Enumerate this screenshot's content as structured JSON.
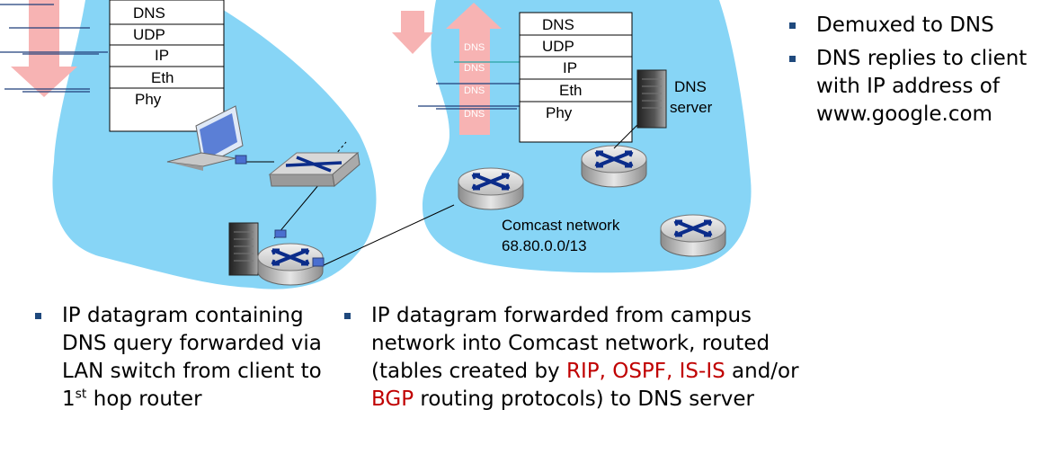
{
  "left_stack": [
    "DNS",
    "UDP",
    "IP",
    "Eth",
    "Phy"
  ],
  "right_stack": [
    "DNS",
    "UDP",
    "IP",
    "Eth",
    "Phy"
  ],
  "ghost_dns": "DNS",
  "server_label": {
    "line1": "DNS",
    "line2": "server"
  },
  "comcast_label": {
    "line1": "Comcast network",
    "line2": "68.80.0.0/13"
  },
  "right_bullets": [
    "Demuxed to DNS",
    "DNS replies to client with IP address of www.google.com"
  ],
  "bottom_left": {
    "text": "IP datagram containing DNS query forwarded via LAN switch from client to 1",
    "sup": "st",
    "tail": " hop router"
  },
  "bottom_mid": {
    "part1": "IP datagram forwarded from campus network into Comcast network, routed (tables created by ",
    "red1": "RIP, OSPF, IS-IS",
    "part2": " and/or ",
    "red2": "BGP",
    "part3": " routing protocols) to DNS server"
  },
  "colors": {
    "cloud": "#87d5f6",
    "arrow": "#f7b3b3",
    "router_top": "#d0d0d0",
    "router_x": "#0b2c8a",
    "bullet": "#1f497d",
    "red": "#c00000"
  }
}
